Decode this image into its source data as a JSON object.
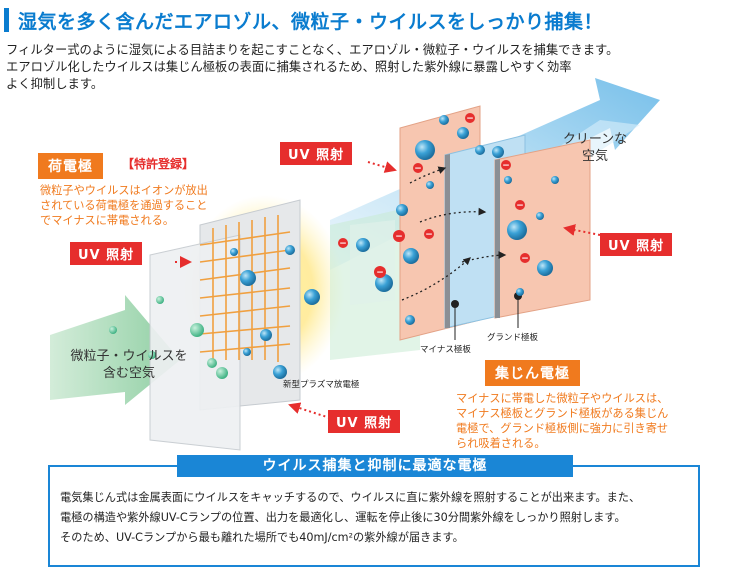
{
  "title": "湿気を多く含んだエアロゾル、微粒子・ウイルスをしっかり捕集！",
  "intro": [
    "フィルター式のように湿気による目詰まりを起こすことなく、エアロゾル・微粒子・ウイルスを捕集できます。",
    "エアロゾル化したウイルスは集じん極板の表面に捕集されるため、照射した紫外線に暴露しやすく効率",
    "よく抑制します。"
  ],
  "charging": {
    "label": "荷電極",
    "patent": "【特許登録】",
    "desc": [
      "微粒子やウイルスはイオンが放出",
      "されている荷電極を通過すること",
      "でマイナスに帯電される。"
    ]
  },
  "uv_labels": {
    "left": "UV 照射",
    "top": "UV 照射",
    "right": "UV 照射",
    "bottom": "UV 照射"
  },
  "inflow": [
    "微粒子・ウイルスを",
    "含む空気"
  ],
  "outflow": [
    "クリーンな",
    "空気"
  ],
  "plasma_label": "新型プラズマ放電極",
  "minus_plate_label": "マイナス極板",
  "ground_plate_label": "グランド極板",
  "collector": {
    "label": "集じん電極",
    "desc": [
      "マイナスに帯電した微粒子やウイルスは、",
      "マイナス極板とグランド極板がある集じん",
      "電極で、グランド極板側に強力に引き寄せ",
      "られ吸着される。"
    ]
  },
  "bottom": {
    "heading": "ウイルス捕集と抑制に最適な電極",
    "lines": [
      "電気集じん式は金属表面にウイルスをキャッチするので、ウイルスに直に紫外線を照射することが出来ます。また、",
      "電極の構造や紫外線UV-Cランプの位置、出力を最適化し、運転を停止後に30分間紫外線をしっかり照射します。",
      "そのため、UV-Cランプから最も離れた場所でも40mJ/cm²の紫外線が届きます。"
    ]
  },
  "colors": {
    "title_blue": "#0a7ccf",
    "uv_red": "#e62e2d",
    "orange": "#f07a1e",
    "box_blue": "#1a86d6"
  }
}
